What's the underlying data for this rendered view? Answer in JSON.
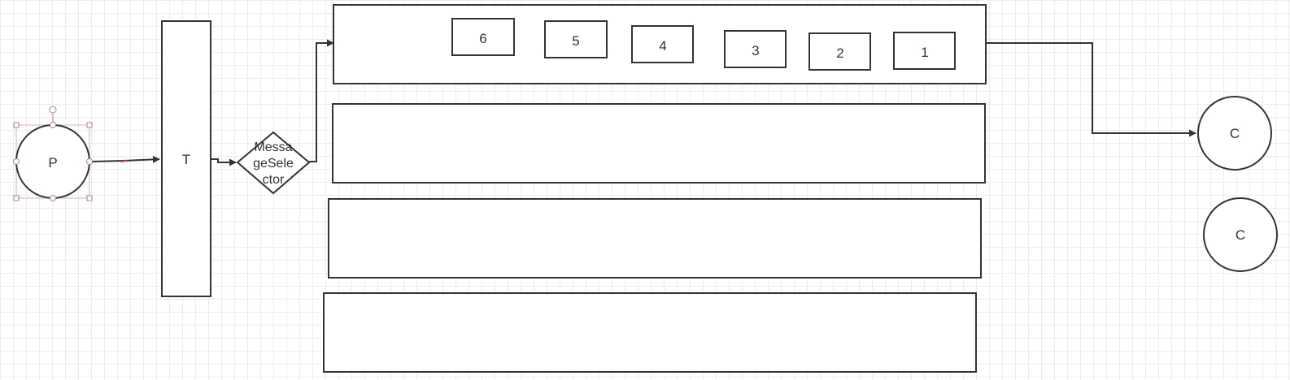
{
  "nodes": {
    "producer": "P",
    "topic": "T",
    "selector_lines": [
      "Messa",
      "geSele",
      "ctor"
    ],
    "queue_slots": [
      "6",
      "5",
      "4",
      "3",
      "2",
      "1"
    ],
    "consumer_1": "C",
    "consumer_2": "C"
  },
  "colors": {
    "stroke": "#333333",
    "selection": "#b97e7e",
    "grid": "#ececec"
  }
}
